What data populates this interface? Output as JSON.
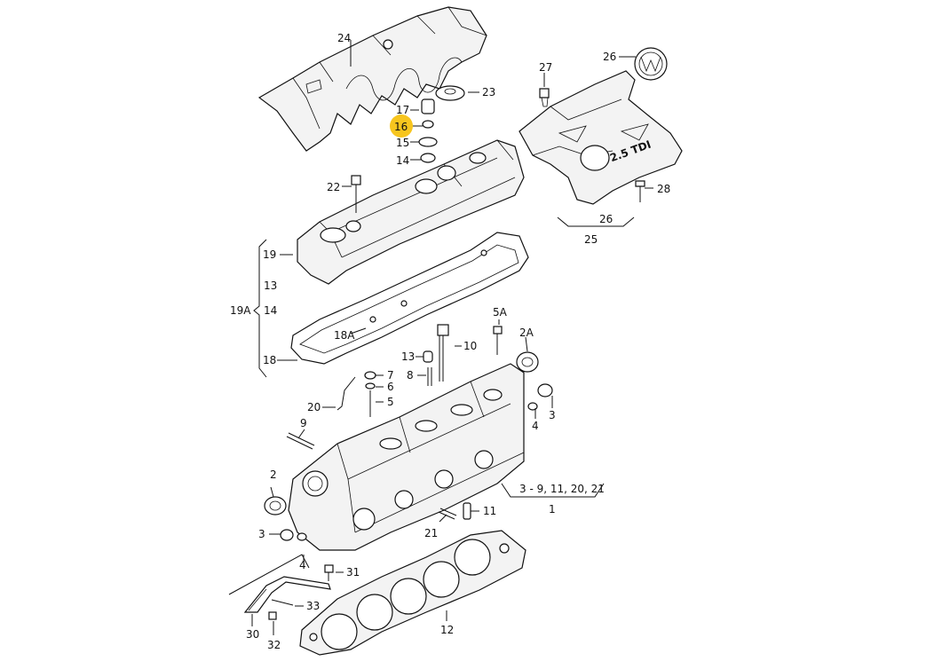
{
  "diagram": {
    "highlighted": "16",
    "highlight_color": "#f7c51e",
    "callouts": {
      "c24": "24",
      "c23": "23",
      "c17": "17",
      "c16": "16",
      "c15": "15",
      "c14": "14",
      "c22": "22",
      "c27": "27",
      "c26a": "26",
      "c28": "28",
      "c26b": "26",
      "c25": "25",
      "c19": "19",
      "c13a": "13",
      "c19A": "19A",
      "c14b": "14",
      "c18A": "18A",
      "c18": "18",
      "c5A": "5A",
      "c2A": "2A",
      "c10": "10",
      "c13b": "13",
      "c8": "8",
      "c7": "7",
      "c6": "6",
      "c5": "5",
      "c20": "20",
      "c9": "9",
      "c3a": "3",
      "c4a": "4",
      "c2": "2",
      "c3b": "3",
      "c4b": "4",
      "c21": "21",
      "c11": "11",
      "c1range": "3 - 9, 11, 20, 21",
      "c1": "1",
      "c31": "31",
      "c33": "33",
      "c30": "30",
      "c32": "32",
      "c12": "12",
      "badge": "2.5 TDI"
    }
  }
}
